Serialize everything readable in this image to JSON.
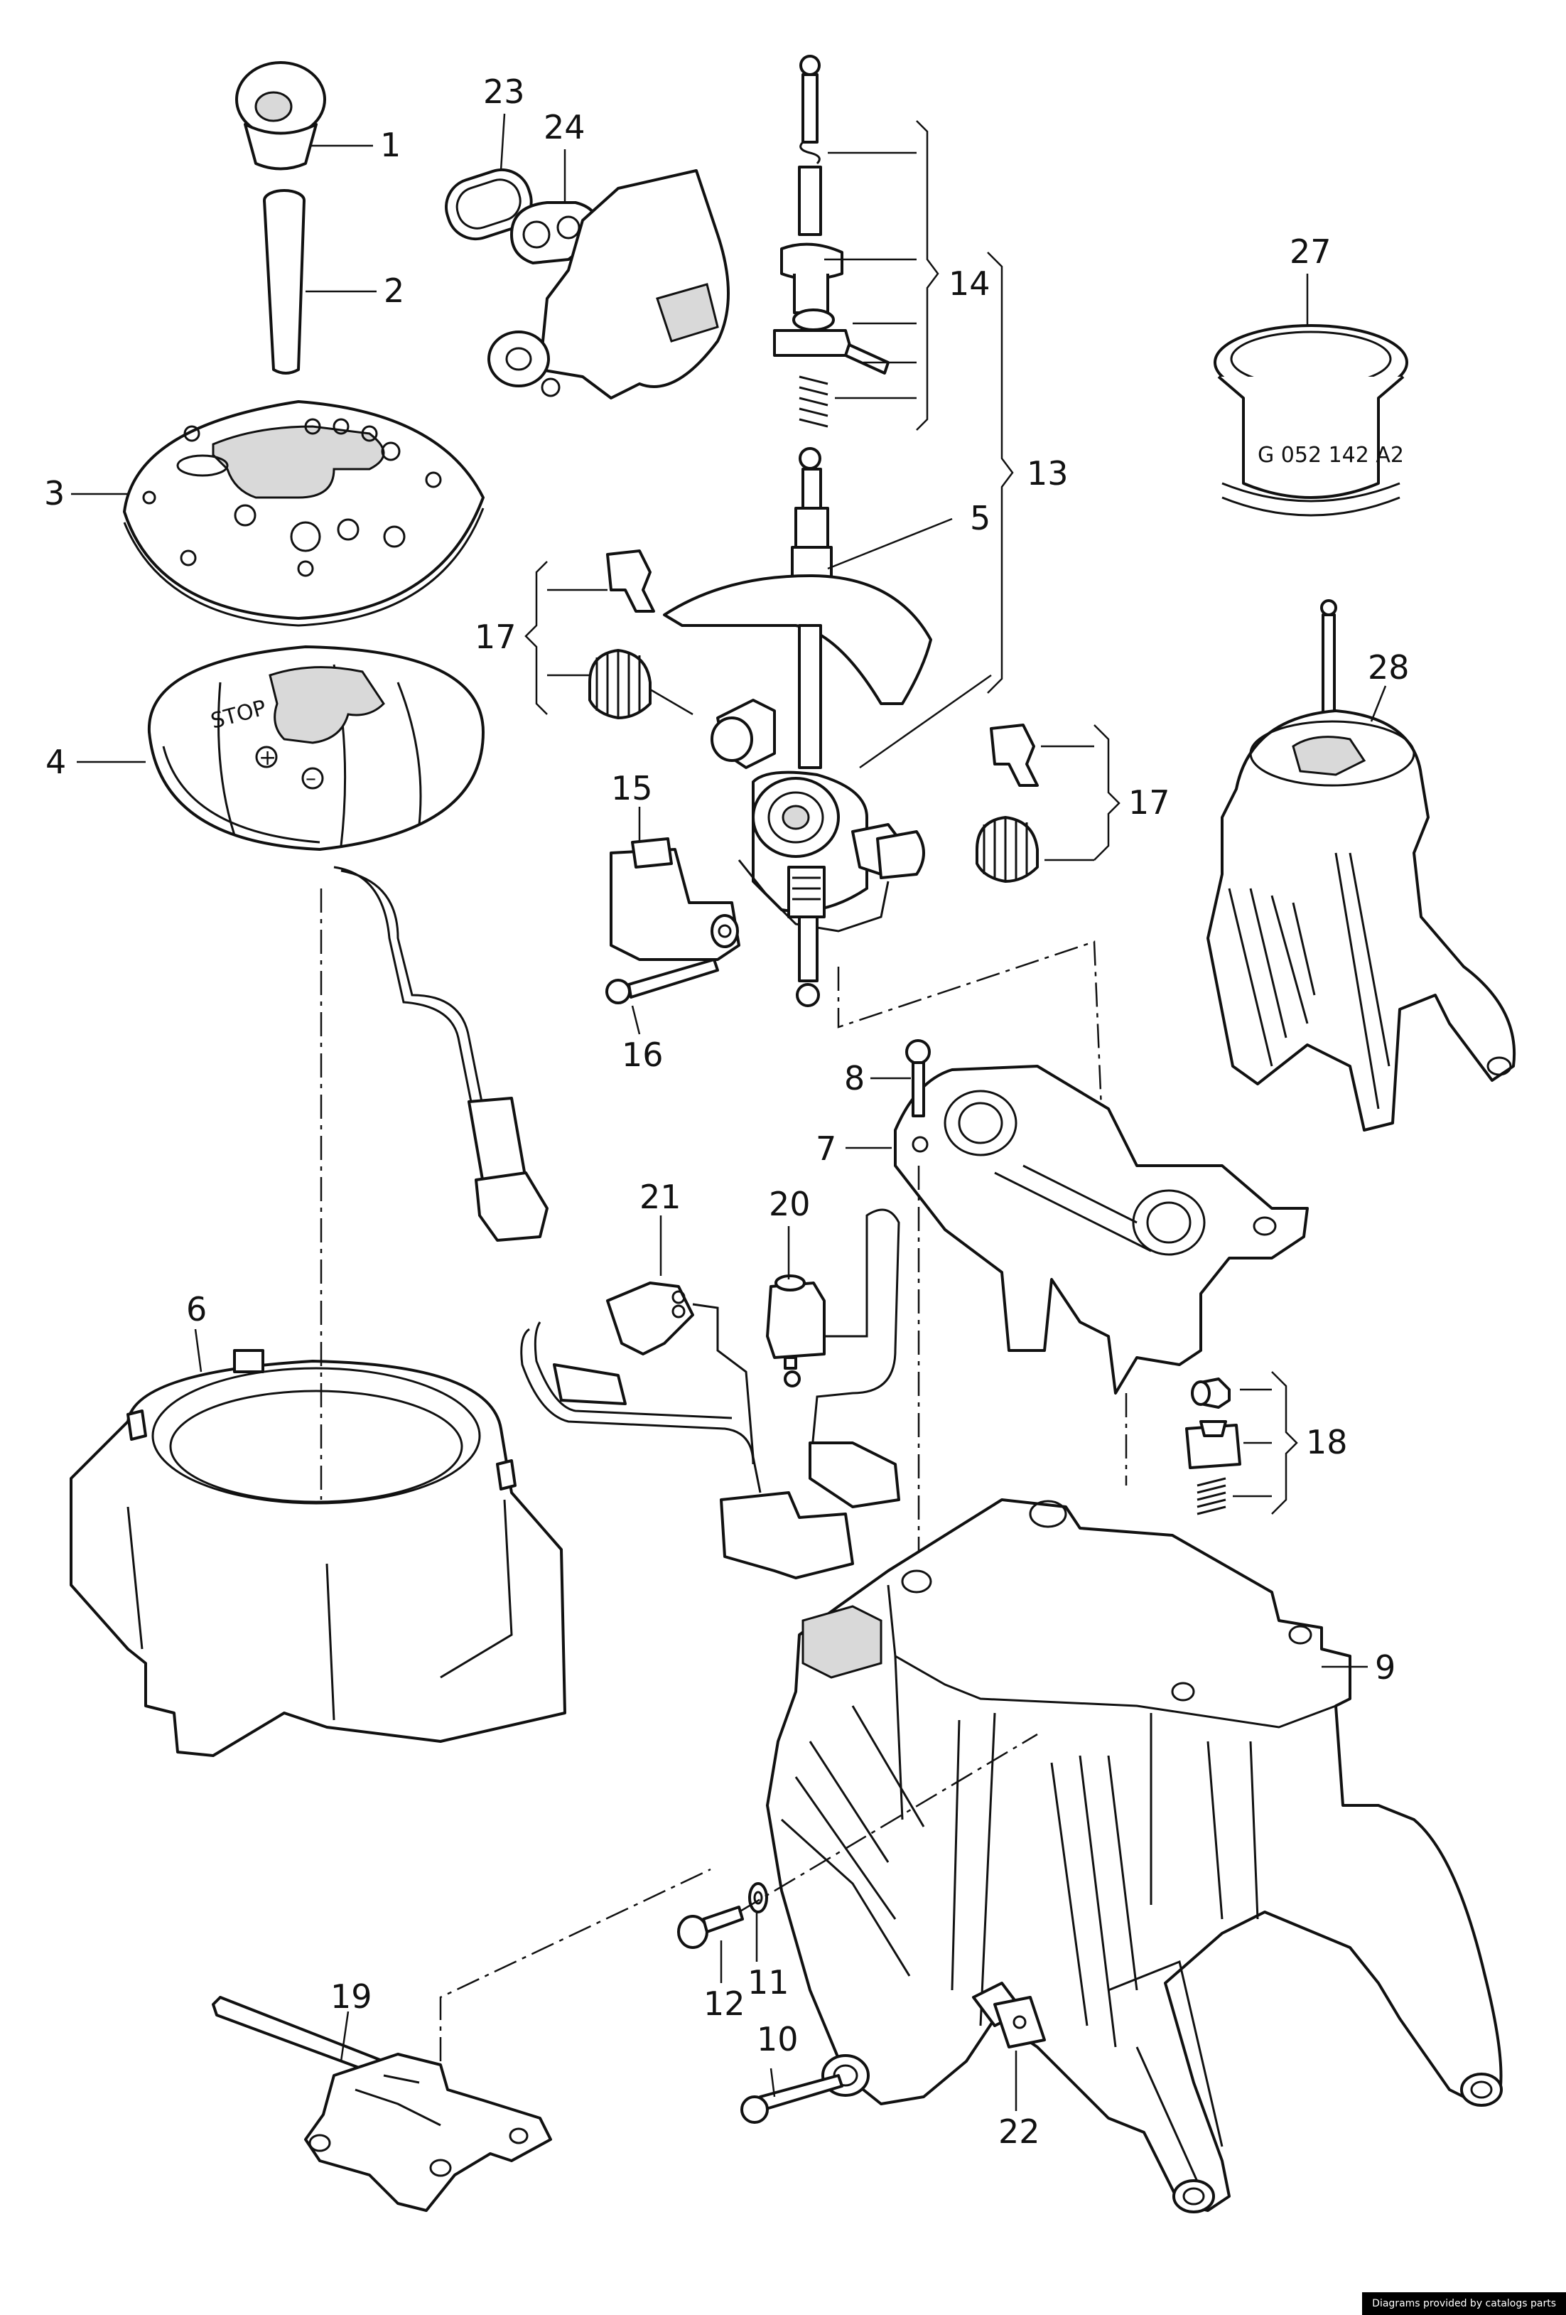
{
  "callouts": {
    "c1": "1",
    "c2": "2",
    "c3": "3",
    "c4": "4",
    "c5": "5",
    "c6": "6",
    "c7": "7",
    "c8": "8",
    "c9": "9",
    "c10": "10",
    "c11": "11",
    "c12": "12",
    "c13": "13",
    "c14": "14",
    "c15": "15",
    "c16": "16",
    "c17a": "17",
    "c17b": "17",
    "c18": "18",
    "c19": "19",
    "c20": "20",
    "c21": "21",
    "c22": "22",
    "c23": "23",
    "c24": "24",
    "c27": "27",
    "c28": "28"
  },
  "part_labels": {
    "ring_code": "G 052 142 A2",
    "bezel_stop": "STOP",
    "bezel_plus": "+",
    "bezel_minus": "–"
  },
  "footer": {
    "credit": "Diagrams provided by catalogs parts"
  }
}
